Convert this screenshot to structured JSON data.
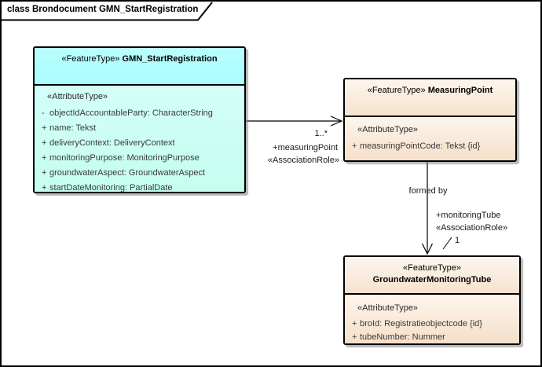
{
  "frame": {
    "title": "class Brondocument GMN_StartRegistration"
  },
  "colors": {
    "class_cyan_header": "#b0feff",
    "class_cyan_body": "#cbfef3",
    "class_peach_header": "#fbf1e7",
    "class_peach_body": "#f6dfc9",
    "line": "#000000",
    "attribute_text": "#3a3a3a"
  },
  "classes": {
    "gmn": {
      "stereotype": "«FeatureType»",
      "name": "GMN_StartRegistration",
      "attr_header": "«AttributeType»",
      "attributes": [
        {
          "prefix": "-",
          "text": "objectIdAccountableParty: CharacterString"
        },
        {
          "prefix": "+",
          "text": "name: Tekst"
        },
        {
          "prefix": "+",
          "text": "deliveryContext: DeliveryContext"
        },
        {
          "prefix": "+",
          "text": "monitoringPurpose: MonitoringPurpose"
        },
        {
          "prefix": "+",
          "text": "groundwaterAspect: GroundwaterAspect"
        },
        {
          "prefix": "+",
          "text": "startDateMonitoring: PartialDate"
        }
      ]
    },
    "measuring_point": {
      "stereotype": "«FeatureType»",
      "name": "MeasuringPoint",
      "attr_header": "«AttributeType»",
      "attributes": [
        {
          "prefix": "+",
          "text": "measuringPointCode: Tekst {id}"
        }
      ]
    },
    "tube": {
      "stereotype": "«FeatureType»",
      "name": "GroundwaterMonitoringTube",
      "attr_header": "«AttributeType»",
      "attributes": [
        {
          "prefix": "+",
          "text": "broId: Registratieobjectcode {id}"
        },
        {
          "prefix": "+",
          "text": "tubeNumber: Nummer"
        }
      ]
    }
  },
  "associations": {
    "measuring_point": {
      "multiplicity": "1..*",
      "role": "+measuringPoint",
      "stereotype": "«AssociationRole»"
    },
    "monitoring_tube": {
      "name": "formed by",
      "role": "+monitoringTube",
      "stereotype": "«AssociationRole»",
      "multiplicity": "1"
    }
  }
}
